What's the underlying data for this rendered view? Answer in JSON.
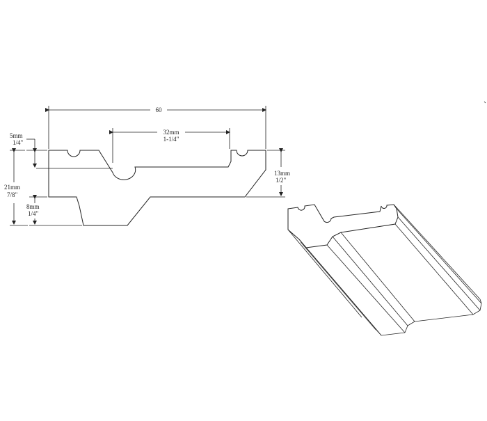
{
  "dimensions": {
    "total_width": "60",
    "inner_width_mm": "32mm",
    "inner_width_in": "1-1/4\"",
    "top_groove_mm": "5mm",
    "top_groove_in": "1/4\"",
    "height_mm": "21mm",
    "height_in": "7/8\"",
    "bottom_step_mm": "8mm",
    "bottom_step_in": "1/4\"",
    "right_depth_mm": "13mm",
    "right_depth_in": "1/2\""
  },
  "colors": {
    "ink": "#222222",
    "background": "#ffffff"
  }
}
